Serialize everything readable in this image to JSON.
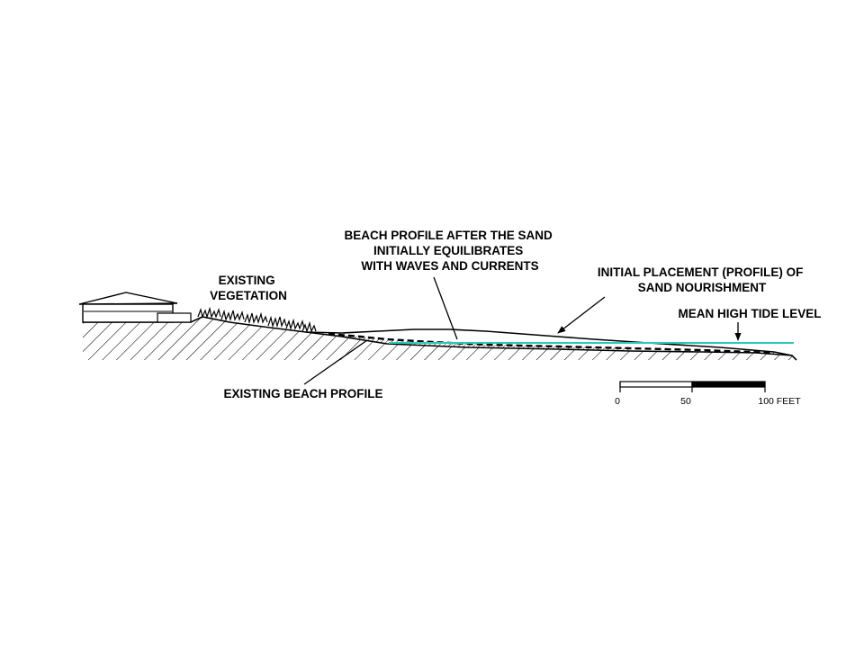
{
  "labels": {
    "existing_vegetation": [
      "EXISTING",
      "VEGETATION"
    ],
    "equilibrated_profile": [
      "BEACH PROFILE AFTER THE SAND",
      "INITIALLY EQUILIBRATES",
      "WITH WAVES AND CURRENTS"
    ],
    "initial_placement": [
      "INITIAL PLACEMENT (PROFILE) OF",
      "SAND NOURISHMENT"
    ],
    "mean_high_tide": "MEAN HIGH TIDE LEVEL",
    "existing_beach_profile": "EXISTING BEACH PROFILE"
  },
  "scale_bar": {
    "ticks": [
      "0",
      "50",
      "100 FEET"
    ]
  },
  "colors": {
    "water_line": "#2fc4c4",
    "ink": "#000000"
  }
}
